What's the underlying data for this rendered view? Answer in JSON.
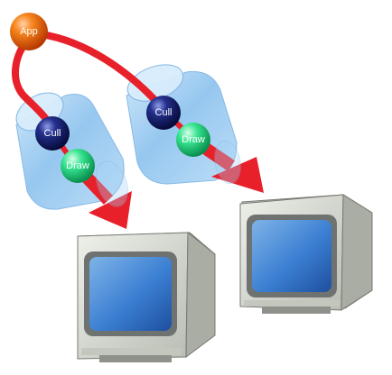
{
  "nodes": {
    "app": {
      "label": "App"
    },
    "pipe_left": {
      "cull": "Cull",
      "draw": "Draw"
    },
    "pipe_right": {
      "cull": "Cull",
      "draw": "Draw"
    }
  },
  "colors": {
    "wire": "#e8202a",
    "app_ball": "#f26a12",
    "cull_ball": "#1c2a7a",
    "draw_ball": "#2ee08a",
    "tube": "#9fcdf2",
    "monitor_body": "#d6d9d0",
    "screen": "#3f86d6"
  },
  "icons": [
    "app-sphere-icon",
    "cull-sphere-icon",
    "draw-sphere-icon",
    "crt-monitor-icon",
    "arrow-icon"
  ]
}
